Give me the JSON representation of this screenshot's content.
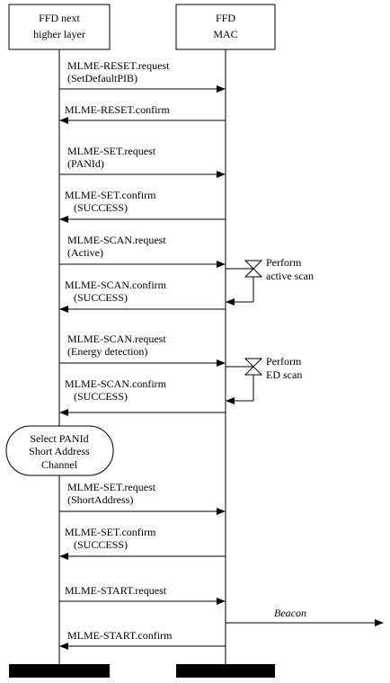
{
  "participants": {
    "left": {
      "line1": "FFD next",
      "line2": "higher layer"
    },
    "right": {
      "line1": "FFD",
      "line2": "MAC"
    }
  },
  "messages": [
    {
      "id": "m1",
      "dir": "right",
      "line1": "MLME-RESET.request",
      "line2": "(SetDefaultPIB)"
    },
    {
      "id": "m2",
      "dir": "left",
      "line1": "MLME-RESET.confirm",
      "line2": ""
    },
    {
      "id": "m3",
      "dir": "right",
      "line1": "MLME-SET.request",
      "line2": "(PANId)"
    },
    {
      "id": "m4",
      "dir": "left",
      "line1": "MLME-SET.confirm",
      "line2": "(SUCCESS)"
    },
    {
      "id": "m5",
      "dir": "right",
      "line1": "MLME-SCAN.request",
      "line2": "(Active)"
    },
    {
      "id": "m6",
      "dir": "left",
      "line1": "MLME-SCAN.confirm",
      "line2": "(SUCCESS)"
    },
    {
      "id": "m7",
      "dir": "right",
      "line1": "MLME-SCAN.request",
      "line2": "(Energy detection)"
    },
    {
      "id": "m8",
      "dir": "left",
      "line1": "MLME-SCAN.confirm",
      "line2": "(SUCCESS)"
    },
    {
      "id": "m9",
      "dir": "right",
      "line1": "MLME-SET.request",
      "line2": "(ShortAddress)"
    },
    {
      "id": "m10",
      "dir": "left",
      "line1": "MLME-SET.confirm",
      "line2": "(SUCCESS)"
    },
    {
      "id": "m11",
      "dir": "right",
      "line1": "MLME-START.request",
      "line2": ""
    },
    {
      "id": "m12",
      "dir": "left",
      "line1": "MLME-START.confirm",
      "line2": ""
    }
  ],
  "timers": [
    {
      "id": "t1",
      "line1": "Perform",
      "line2": "active scan"
    },
    {
      "id": "t2",
      "line1": "Perform",
      "line2": "ED scan"
    }
  ],
  "decision": {
    "line1": "Select PANId",
    "line2": "Short Address",
    "line3": "Channel"
  },
  "beacon": {
    "label": "Beacon"
  }
}
